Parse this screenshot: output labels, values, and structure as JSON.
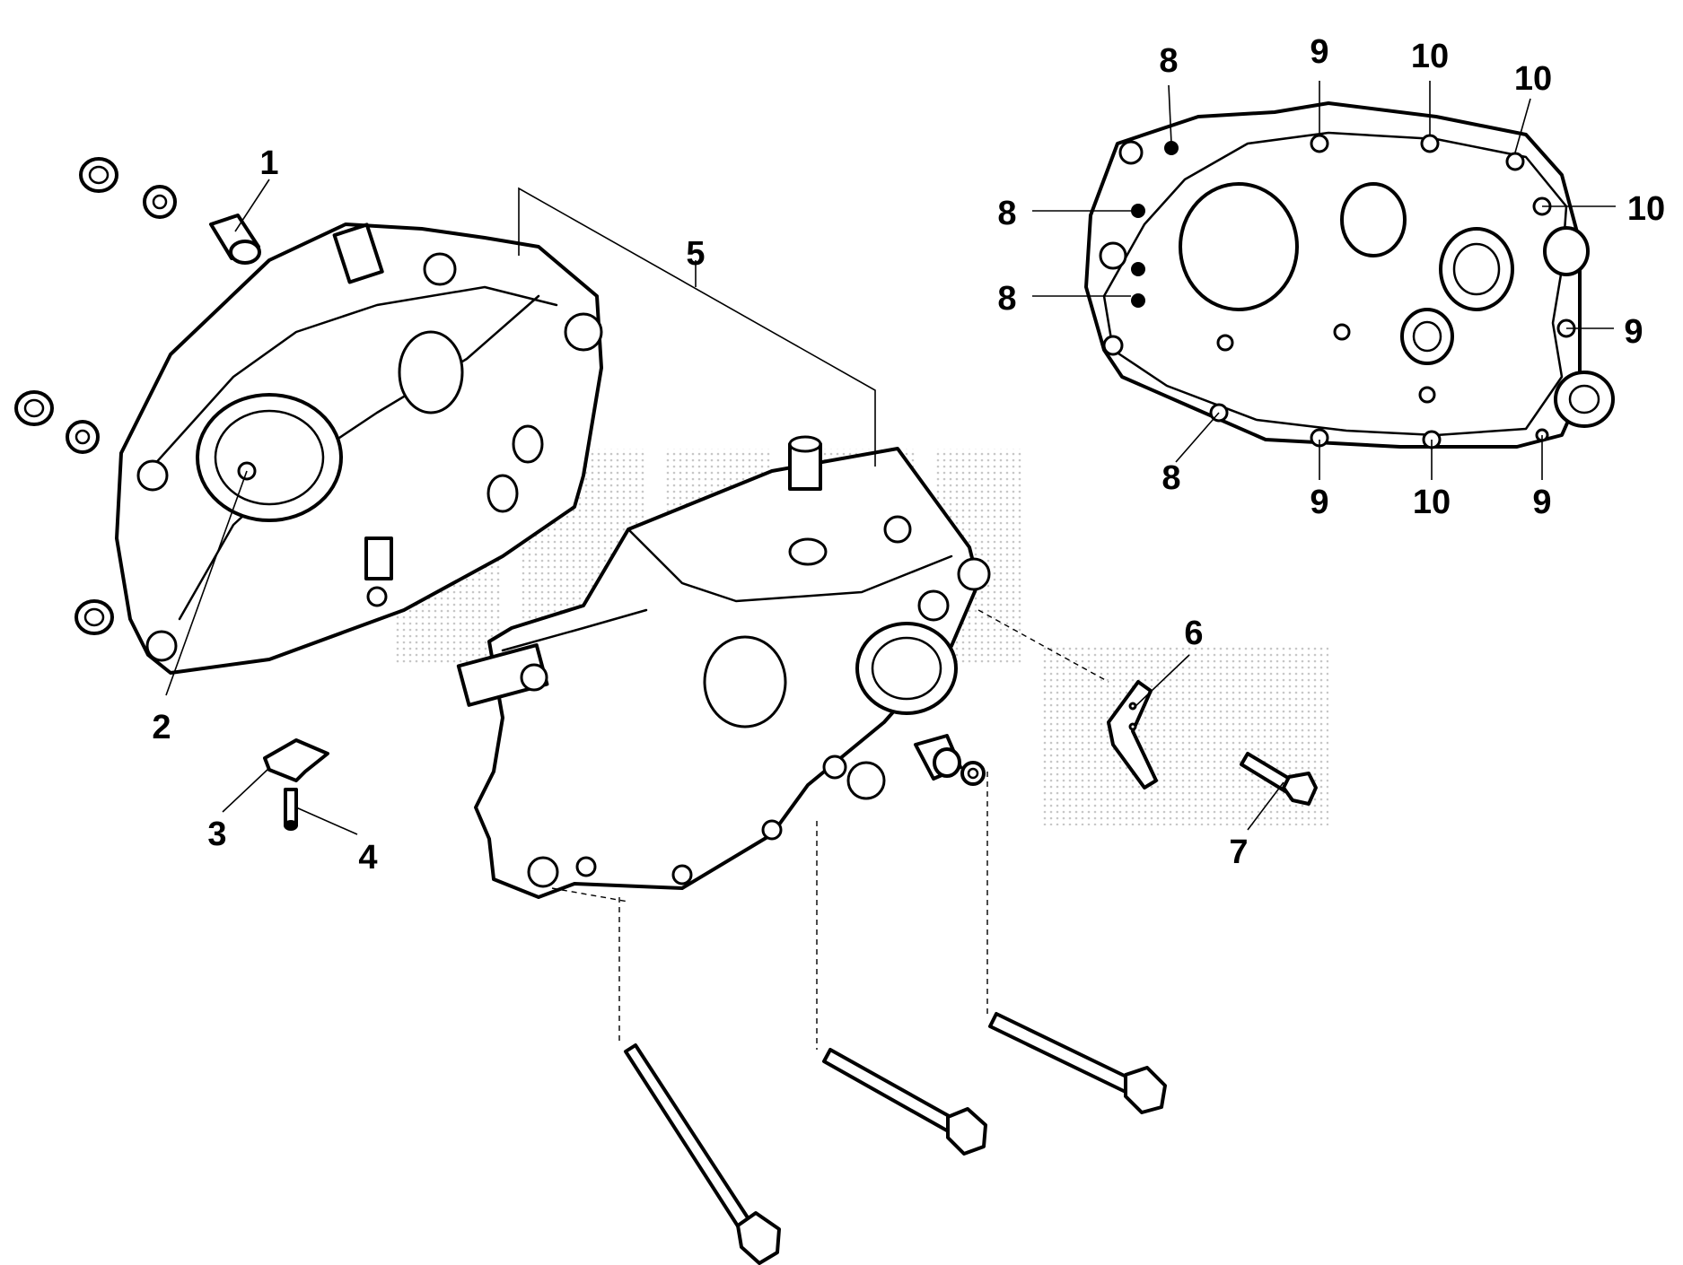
{
  "diagram": {
    "callouts": [
      {
        "id": "c1",
        "text": "1"
      },
      {
        "id": "c2",
        "text": "2"
      },
      {
        "id": "c3",
        "text": "3"
      },
      {
        "id": "c4",
        "text": "4"
      },
      {
        "id": "c5",
        "text": "5"
      },
      {
        "id": "c6",
        "text": "6"
      },
      {
        "id": "c7",
        "text": "7"
      },
      {
        "id": "c8a",
        "text": "8"
      },
      {
        "id": "c8b",
        "text": "8"
      },
      {
        "id": "c8c",
        "text": "8"
      },
      {
        "id": "c8d",
        "text": "8"
      },
      {
        "id": "c9a",
        "text": "9"
      },
      {
        "id": "c9b",
        "text": "9"
      },
      {
        "id": "c9c",
        "text": "9"
      },
      {
        "id": "c9d",
        "text": "9"
      },
      {
        "id": "c10a",
        "text": "10"
      },
      {
        "id": "c10b",
        "text": "10"
      },
      {
        "id": "c10c",
        "text": "10"
      },
      {
        "id": "c10d",
        "text": "10"
      }
    ],
    "colors": {
      "line": "#000000",
      "background": "#ffffff",
      "watermark": "#bdbdbd"
    }
  }
}
